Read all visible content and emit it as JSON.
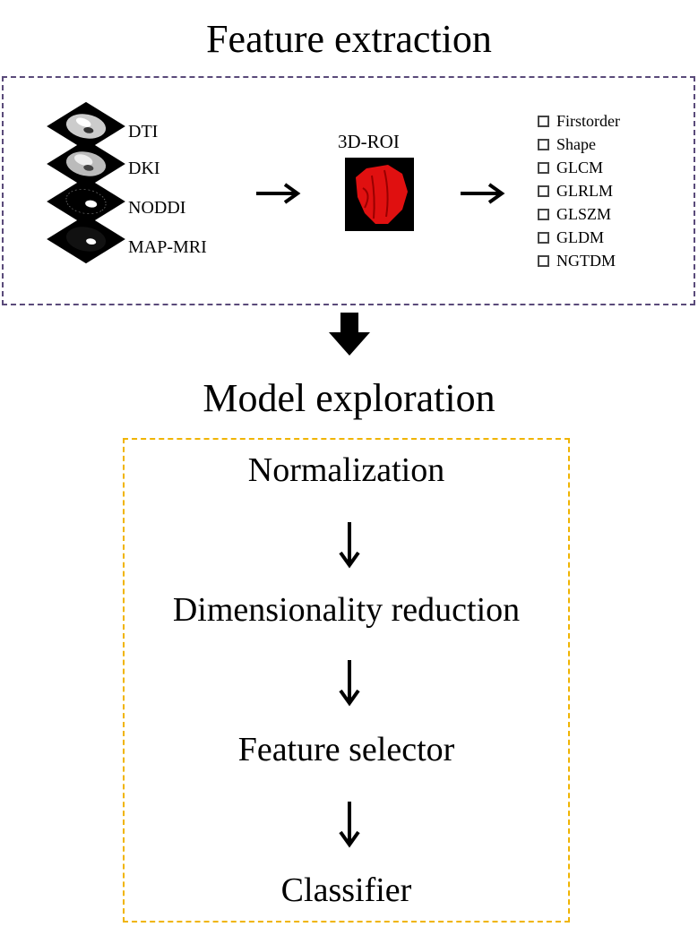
{
  "feature_extraction": {
    "title": "Feature extraction",
    "modalities": [
      {
        "label": "DTI",
        "icon": "brain-slice-dti"
      },
      {
        "label": "DKI",
        "icon": "brain-slice-dki"
      },
      {
        "label": "NODDI",
        "icon": "brain-slice-noddi"
      },
      {
        "label": "MAP-MRI",
        "icon": "brain-slice-mapmri"
      }
    ],
    "roi_label": "3D-ROI",
    "feature_classes": [
      "Firstorder",
      "Shape",
      "GLCM",
      "GLRLM",
      "GLSZM",
      "GLDM",
      "NGTDM"
    ],
    "colors": {
      "border": "#5a4a7a",
      "roi": "#e01010"
    }
  },
  "model_exploration": {
    "title": "Model exploration",
    "steps": [
      "Normalization",
      "Dimensionality reduction",
      "Feature selector",
      "Classifier"
    ],
    "colors": {
      "border": "#f0b400"
    }
  }
}
